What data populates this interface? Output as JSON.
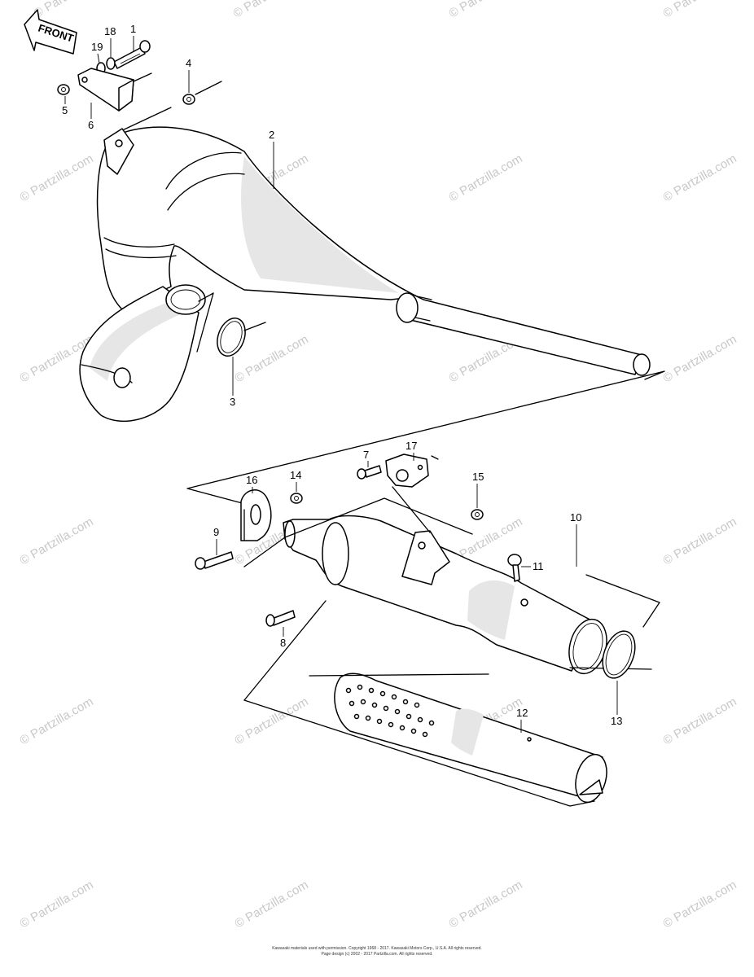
{
  "front_label": "FRONT",
  "watermark": "© Partzilla.com",
  "callouts": {
    "c1": "1",
    "c2": "2",
    "c3": "3",
    "c4": "4",
    "c5": "5",
    "c6": "6",
    "c7": "7",
    "c8": "8",
    "c9": "9",
    "c10": "10",
    "c11": "11",
    "c12": "12",
    "c13": "13",
    "c14": "14",
    "c15": "15",
    "c16": "16",
    "c17": "17",
    "c18": "18",
    "c19": "19"
  },
  "copyright": {
    "line1": "Kawasaki materials used with permission. Copyright 1968 - 2017. Kawasaki Motors Corp., U.S.A. All rights reserved.",
    "line2": "Page design (c) 2002 - 2017 Partzilla.com. All rights reserved."
  }
}
